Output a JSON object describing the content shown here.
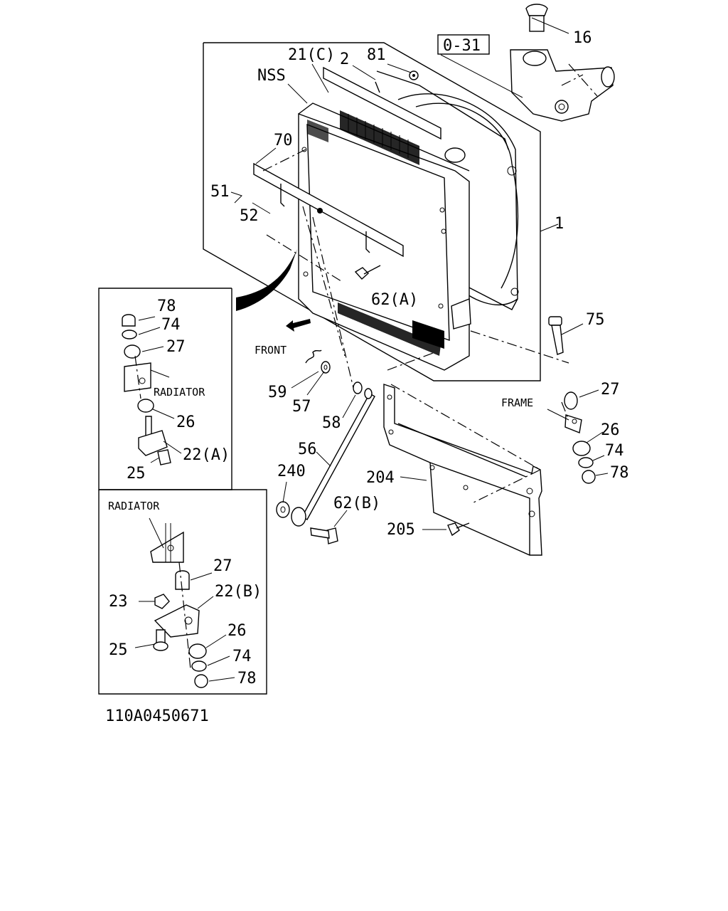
{
  "diagram_id": "110A0450671",
  "ref_box": "0-31",
  "labels": {
    "p16": "16",
    "p21c": "21(C)",
    "p2": "2",
    "p81": "81",
    "nss": "NSS",
    "p70": "70",
    "p51": "51",
    "p52": "52",
    "p62a": "62(A)",
    "p1": "1",
    "p75": "75",
    "front": "FRONT",
    "p59": "59",
    "p57": "57",
    "p58": "58",
    "p27r": "27",
    "frame": "FRAME",
    "p26r": "26",
    "p74r": "74",
    "p78r": "78",
    "p56": "56",
    "p240": "240",
    "p204": "204",
    "p62b": "62(B)",
    "p205": "205",
    "inset_a": {
      "p78": "78",
      "p74": "74",
      "p27": "27",
      "radiator": "RADIATOR",
      "p26": "26",
      "p22a": "22(A)",
      "p25": "25"
    },
    "inset_b": {
      "radiator": "RADIATOR",
      "p27": "27",
      "p23": "23",
      "p22b": "22(B)",
      "p25": "25",
      "p26": "26",
      "p74": "74",
      "p78": "78"
    }
  }
}
